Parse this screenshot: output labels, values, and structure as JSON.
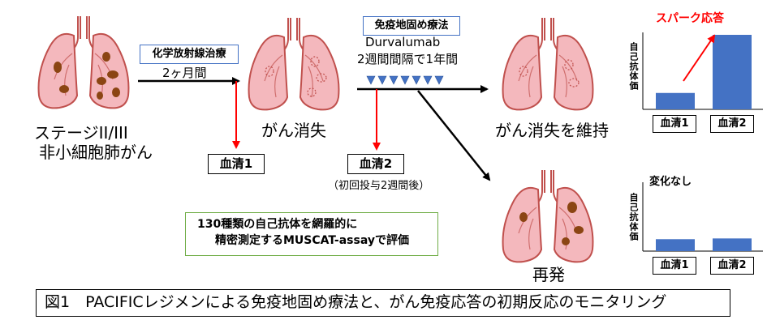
{
  "stage_labels": {
    "initial_line1": "ステージII/III",
    "initial_line2": "非小細胞肺がん",
    "remission": "がん消失",
    "maintained": "がん消失を維持",
    "relapse": "再発"
  },
  "treatment": {
    "chemo_label": "化学放射線治療",
    "chemo_duration": "2ヶ月間",
    "immuno_label": "免疫地固め療法",
    "immuno_drug": "Durvalumab",
    "immuno_schedule": "2週間間隔で1年間"
  },
  "serum": {
    "serum1": "血清1",
    "serum2": "血清2",
    "serum2_note": "（初回投与2週間後）"
  },
  "assay_note": {
    "line1": "130種類の自己抗体を網羅的に",
    "line2": "精密測定するMUSCAT-assayで評価"
  },
  "charts": [
    {
      "title": "スパーク応答",
      "ylabel": "自己抗体価",
      "categories": [
        "血清1",
        "血清2"
      ],
      "values": [
        0.22,
        1.0
      ],
      "color": "#4472c4",
      "title_color": "#ff0000"
    },
    {
      "title": "変化なし",
      "ylabel": "自己抗体価",
      "categories": [
        "血清1",
        "血清2"
      ],
      "values": [
        0.16,
        0.17
      ],
      "color": "#4472c4",
      "title_color": "#000000"
    }
  ],
  "chart_data": [
    {
      "type": "bar",
      "title": "スパーク応答",
      "ylabel": "自己抗体価",
      "categories": [
        "血清1",
        "血清2"
      ],
      "values": [
        0.22,
        1.0
      ]
    },
    {
      "type": "bar",
      "title": "変化なし",
      "ylabel": "自己抗体価",
      "categories": [
        "血清1",
        "血清2"
      ],
      "values": [
        0.16,
        0.17
      ]
    }
  ],
  "caption": "図1　PACIFICレジメンによる免疫地固め療法と、がん免疫応答の初期反応のモニタリング",
  "colors": {
    "lung_fill": "#f4b8bd",
    "lung_stroke": "#c0504d",
    "tumor": "#8b4513",
    "arrow_red": "#ff0000",
    "arrow_black": "#000000",
    "bar_blue": "#4472c4",
    "triangle_blue": "#4472c4"
  }
}
